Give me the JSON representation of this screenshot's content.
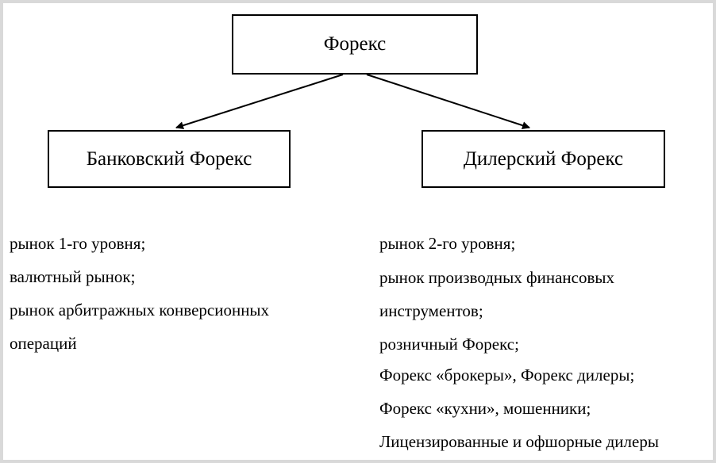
{
  "diagram": {
    "root": {
      "label": "Форекс"
    },
    "left": {
      "label": "Банковский Форекс"
    },
    "right": {
      "label": "Дилерский Форекс"
    }
  },
  "left_list": [
    "рынок 1-го уровня;",
    "валютный рынок;",
    "рынок арбитражных конверсионных",
    "операций"
  ],
  "right_list": [
    "рынок 2-го уровня;",
    "рынок производных финансовых",
    "инструментов;",
    "розничный Форекс;",
    "Форекс «брокеры», Форекс дилеры;",
    "Форекс «кухни», мошенники;",
    "Лицензированные и офшорные дилеры"
  ]
}
